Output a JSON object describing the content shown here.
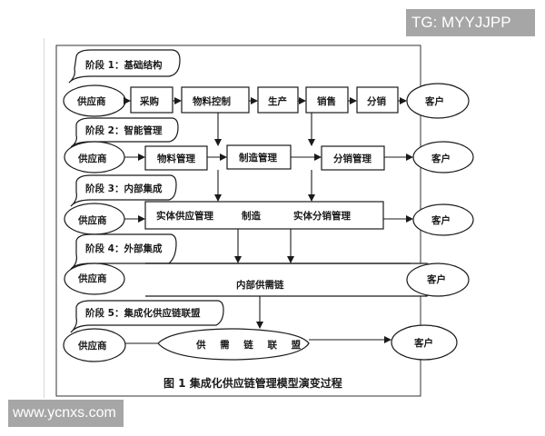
{
  "watermarks": {
    "top_right": "TG: MYYJJPP",
    "bottom_left": "www.ycnxs.com"
  },
  "diagram": {
    "caption": "图 1 集成化供应链管理模型演变过程",
    "stages": [
      {
        "label": "阶段 1：基础结构",
        "supplier": "供应商",
        "nodes": [
          "采购",
          "物料控制",
          "生产",
          "销售",
          "分销"
        ],
        "customer": "客户"
      },
      {
        "label": "阶段 2：智能管理",
        "supplier": "供应商",
        "nodes": [
          "物料管理",
          "制造管理",
          "分销管理"
        ],
        "customer": "客户"
      },
      {
        "label": "阶段 3：内部集成",
        "supplier": "供应商",
        "nodes": [
          "实体供应管理",
          "制造",
          "实体分销管理"
        ],
        "customer": "客户"
      },
      {
        "label": "阶段 4：外部集成",
        "supplier": "供应商",
        "nodes": [
          "内部供需链"
        ],
        "customer": "客户"
      },
      {
        "label": "阶段 5：集成化供应链联盟",
        "supplier": "供应商",
        "nodes": [
          "供 需 链 联 盟"
        ],
        "customer": "客户"
      }
    ]
  },
  "colors": {
    "line": "#1a1a1a",
    "watermark_bg": "#a6a6a6",
    "watermark_text": "#ffffff"
  }
}
